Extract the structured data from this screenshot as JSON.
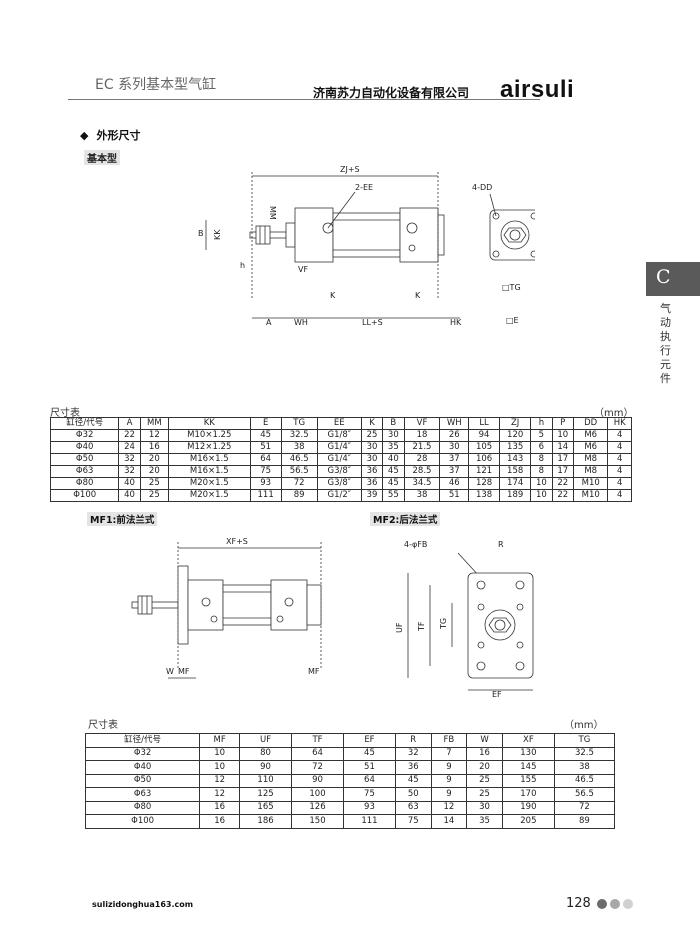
{
  "header": {
    "left_title": "EC 系列基本型气缸",
    "company": "济南苏力自动化设备有限公司",
    "brand": "airsuli"
  },
  "side_tab": {
    "letter": "C",
    "text": "气动执行元件"
  },
  "section": {
    "bullet": "◆",
    "title": "外形尺寸",
    "subtitle": "基本型"
  },
  "drawing1_labels": {
    "zj_s": "ZJ+S",
    "ee": "2-EE",
    "mm": "MM",
    "b": "B",
    "kk": "KK",
    "h": "h",
    "vf": "VF",
    "k": "K",
    "a": "A",
    "wh": "WH",
    "ll_s": "LL+S",
    "hk": "HK",
    "dd": "4-DD",
    "tg": "□TG",
    "e": "□E"
  },
  "table1": {
    "caption": "尺寸表",
    "unit": "（mm）",
    "headers": [
      "缸径/代号",
      "A",
      "MM",
      "KK",
      "E",
      "TG",
      "EE",
      "K",
      "B",
      "VF",
      "WH",
      "LL",
      "ZJ",
      "h",
      "P",
      "DD",
      "HK"
    ],
    "rows": [
      [
        "Φ32",
        "22",
        "12",
        "M10×1.25",
        "45",
        "32.5",
        "G1/8″",
        "25",
        "30",
        "18",
        "26",
        "94",
        "120",
        "5",
        "10",
        "M6",
        "4"
      ],
      [
        "Φ40",
        "24",
        "16",
        "M12×1.25",
        "51",
        "38",
        "G1/4″",
        "30",
        "35",
        "21.5",
        "30",
        "105",
        "135",
        "6",
        "14",
        "M6",
        "4"
      ],
      [
        "Φ50",
        "32",
        "20",
        "M16×1.5",
        "64",
        "46.5",
        "G1/4″",
        "30",
        "40",
        "28",
        "37",
        "106",
        "143",
        "8",
        "17",
        "M8",
        "4"
      ],
      [
        "Φ63",
        "32",
        "20",
        "M16×1.5",
        "75",
        "56.5",
        "G3/8″",
        "36",
        "45",
        "28.5",
        "37",
        "121",
        "158",
        "8",
        "17",
        "M8",
        "4"
      ],
      [
        "Φ80",
        "40",
        "25",
        "M20×1.5",
        "93",
        "72",
        "G3/8″",
        "36",
        "45",
        "34.5",
        "46",
        "128",
        "174",
        "10",
        "22",
        "M10",
        "4"
      ],
      [
        "Φ100",
        "40",
        "25",
        "M20×1.5",
        "111",
        "89",
        "G1/2″",
        "39",
        "55",
        "38",
        "51",
        "138",
        "189",
        "10",
        "22",
        "M10",
        "4"
      ]
    ]
  },
  "mf1": {
    "label": "MF1:前法兰式",
    "xf_s": "XF+S",
    "w": "W",
    "mf": "MF"
  },
  "mf2": {
    "label": "MF2:后法兰式",
    "fb": "4-φFB",
    "r": "R",
    "uf": "UF",
    "tf": "TF",
    "tg": "TG",
    "ef": "EF"
  },
  "table2": {
    "caption": "尺寸表",
    "unit": "（mm）",
    "headers": [
      "缸径/代号",
      "MF",
      "UF",
      "TF",
      "EF",
      "R",
      "FB",
      "W",
      "XF",
      "TG"
    ],
    "rows": [
      [
        "Φ32",
        "10",
        "80",
        "64",
        "45",
        "32",
        "7",
        "16",
        "130",
        "32.5"
      ],
      [
        "Φ40",
        "10",
        "90",
        "72",
        "51",
        "36",
        "9",
        "20",
        "145",
        "38"
      ],
      [
        "Φ50",
        "12",
        "110",
        "90",
        "64",
        "45",
        "9",
        "25",
        "155",
        "46.5"
      ],
      [
        "Φ63",
        "12",
        "125",
        "100",
        "75",
        "50",
        "9",
        "25",
        "170",
        "56.5"
      ],
      [
        "Φ80",
        "16",
        "165",
        "126",
        "93",
        "63",
        "12",
        "30",
        "190",
        "72"
      ],
      [
        "Φ100",
        "16",
        "186",
        "150",
        "111",
        "75",
        "14",
        "35",
        "205",
        "89"
      ]
    ]
  },
  "footer": {
    "url": "sulizidonghua163.com",
    "page": "128",
    "dot_colors": [
      "#6b6b6b",
      "#a8a8a8",
      "#d0d0d0"
    ]
  }
}
